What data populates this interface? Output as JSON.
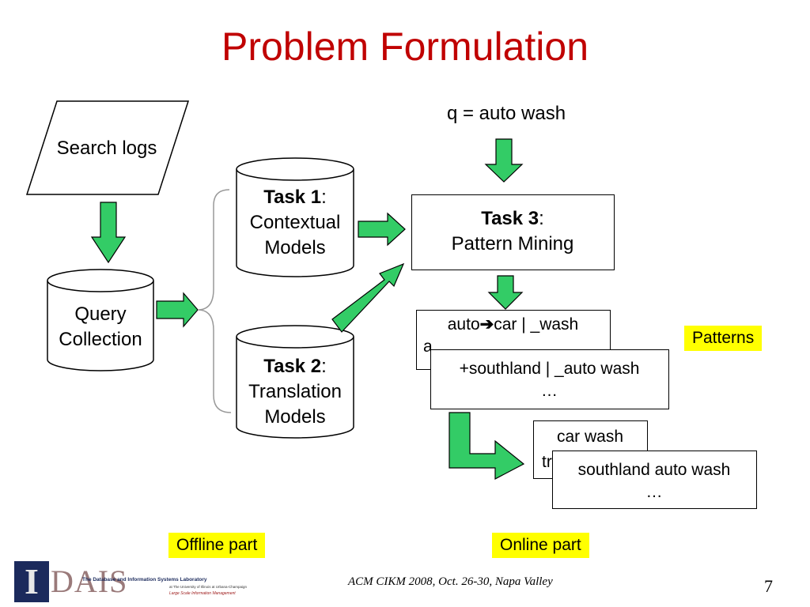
{
  "title": "Problem Formulation",
  "query": "q = auto wash",
  "search_logs": "Search logs",
  "query_collection": [
    "Query",
    "Collection"
  ],
  "task1": {
    "label": "Task 1",
    "colon": ":",
    "lines": [
      "Contextual",
      "Models"
    ]
  },
  "task2": {
    "label": "Task 2",
    "colon": ":",
    "lines": [
      "Translation",
      "Models"
    ]
  },
  "task3": {
    "label": "Task 3",
    "colon": ":",
    "line": "Pattern Mining"
  },
  "patterns_back": {
    "line1_a": "auto",
    "line1_b": "car | _wash",
    "line2": "a"
  },
  "patterns_front": {
    "line1": "+southland | _auto wash",
    "line2": "…"
  },
  "results_back": {
    "line1": "car wash",
    "line2": "tr"
  },
  "results_front": {
    "line1": "southland auto wash",
    "line2": "…"
  },
  "patterns_label": "Patterns",
  "offline_label": "Offline part",
  "online_label": "Online part",
  "footer": "ACM CIKM 2008, Oct. 26-30, Napa Valley",
  "page_number": "7",
  "logo": {
    "letters": "DAIS",
    "line1": "The Database and Information Systems Laboratory",
    "line2": "at The University of Illinois at Urbana-Champaign",
    "line3": "Large Scale Information Management"
  },
  "colors": {
    "title": "#c00000",
    "arrow_fill": "#33cc66",
    "highlight": "#ffff00"
  }
}
